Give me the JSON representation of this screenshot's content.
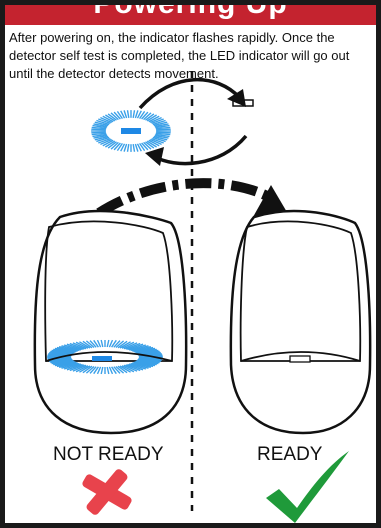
{
  "title": "Powering Up",
  "intro_text": "After powering on, the indicator flashes rapidly. Once the detector self test is completed, the LED indicator will go out until the detector detects movement.",
  "states": [
    {
      "label": "NOT READY",
      "led": "flashing",
      "mark": "cross-icon"
    },
    {
      "label": "READY",
      "led": "off",
      "mark": "checkmark-icon"
    }
  ],
  "colors": {
    "title_bar": "#c4232f",
    "led_glow": "#3aa0e8",
    "cross": "#e8434c",
    "check": "#1f9a3a"
  }
}
